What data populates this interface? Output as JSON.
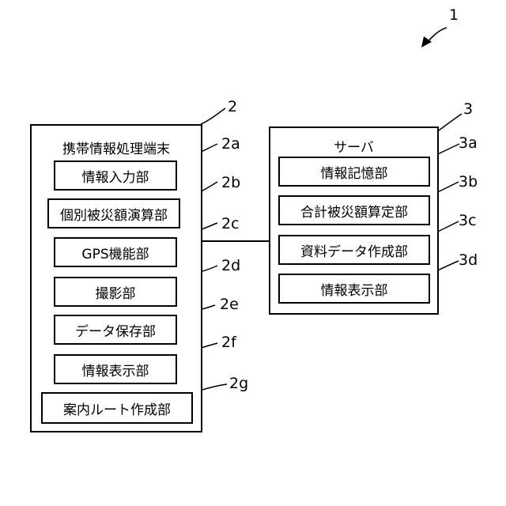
{
  "figure_ref": "1",
  "terminal": {
    "ref": "2",
    "title": "携帯情報処理端末",
    "units": [
      {
        "ref": "2a",
        "label": "情報入力部"
      },
      {
        "ref": "2b",
        "label": "個別被災額演算部"
      },
      {
        "ref": "2c",
        "label": "GPS機能部"
      },
      {
        "ref": "2d",
        "label": "撮影部"
      },
      {
        "ref": "2e",
        "label": "データ保存部"
      },
      {
        "ref": "2f",
        "label": "情報表示部"
      },
      {
        "ref": "2g",
        "label": "案内ルート作成部"
      }
    ]
  },
  "server": {
    "ref": "3",
    "title": "サーバ",
    "units": [
      {
        "ref": "3a",
        "label": "情報記憶部"
      },
      {
        "ref": "3b",
        "label": "合計被災額算定部"
      },
      {
        "ref": "3c",
        "label": "資料データ作成部"
      },
      {
        "ref": "3d",
        "label": "情報表示部"
      }
    ]
  }
}
